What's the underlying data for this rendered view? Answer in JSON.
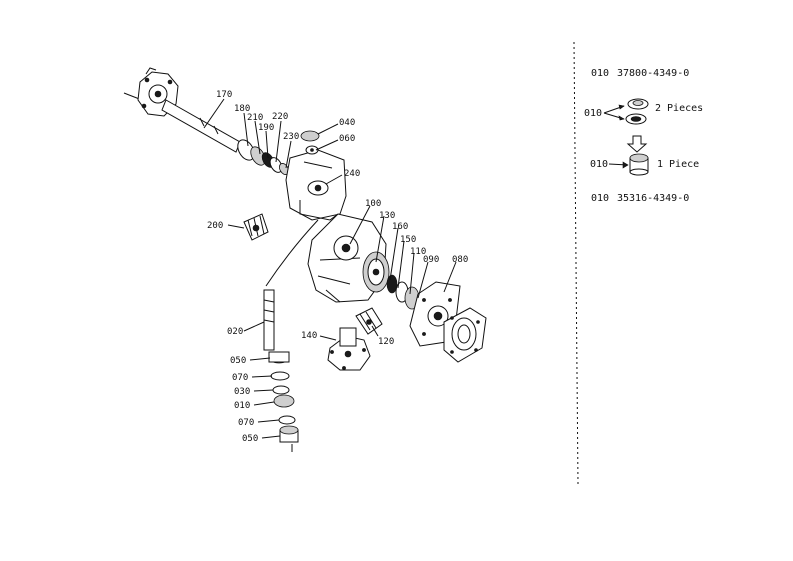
{
  "callouts": {
    "c170": "170",
    "c180": "180",
    "c210": "210",
    "c190": "190",
    "c220": "220",
    "c230": "230",
    "c040": "040",
    "c060": "060",
    "c240": "240",
    "c200": "200",
    "c100": "100",
    "c130": "130",
    "c160": "160",
    "c150": "150",
    "c110": "110",
    "c090": "090",
    "c080": "080",
    "c020": "020",
    "c140": "140",
    "c120": "120",
    "c050a": "050",
    "c070a": "070",
    "c030": "030",
    "c010": "010",
    "c070b": "070",
    "c050b": "050"
  },
  "notes": {
    "row1_ref": "010",
    "row1_part": "37800-4349-0",
    "row2_ref": "010",
    "row2_label": "2 Pieces",
    "row3_ref": "010",
    "row3_label": "1 Piece",
    "row4_ref": "010",
    "row4_part": "35316-4349-0"
  }
}
